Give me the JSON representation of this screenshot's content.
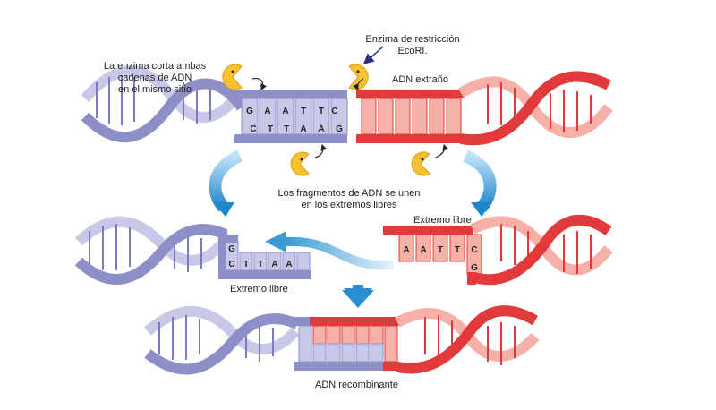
{
  "labels": {
    "cut_note": "La enzima corta ambas\ncadenas de ADN\nen el mismo sitio",
    "enzyme_name": "Enzima de restricción\nEcoRI.",
    "foreign_dna": "ADN extraño",
    "fragments_join": "Los fragmentos de ADN se unen\nen los extremos libres",
    "free_end_right": "Extremo libre",
    "free_end_left": "Extremo libre",
    "recombinant": "ADN recombinante"
  },
  "sequences": {
    "site_top": [
      "G",
      "A",
      "A",
      "T",
      "T",
      "C"
    ],
    "site_bottom": [
      "C",
      "T",
      "T",
      "A",
      "A",
      "G"
    ],
    "left_fragment_top": [
      "G"
    ],
    "left_fragment_bottom": [
      "C",
      "T",
      "T",
      "A",
      "A"
    ],
    "right_fragment_top": [
      "A",
      "A",
      "T",
      "T",
      "C"
    ],
    "right_fragment_bottom": [
      "G"
    ]
  },
  "colors": {
    "host_dna": "#8f8fc8",
    "host_dna_light": "#c8c8e8",
    "foreign_dna": "#e23a3a",
    "foreign_dna_light": "#f6b0a8",
    "enzyme": "#f5c12e",
    "arrow": "#2a8fd0"
  }
}
